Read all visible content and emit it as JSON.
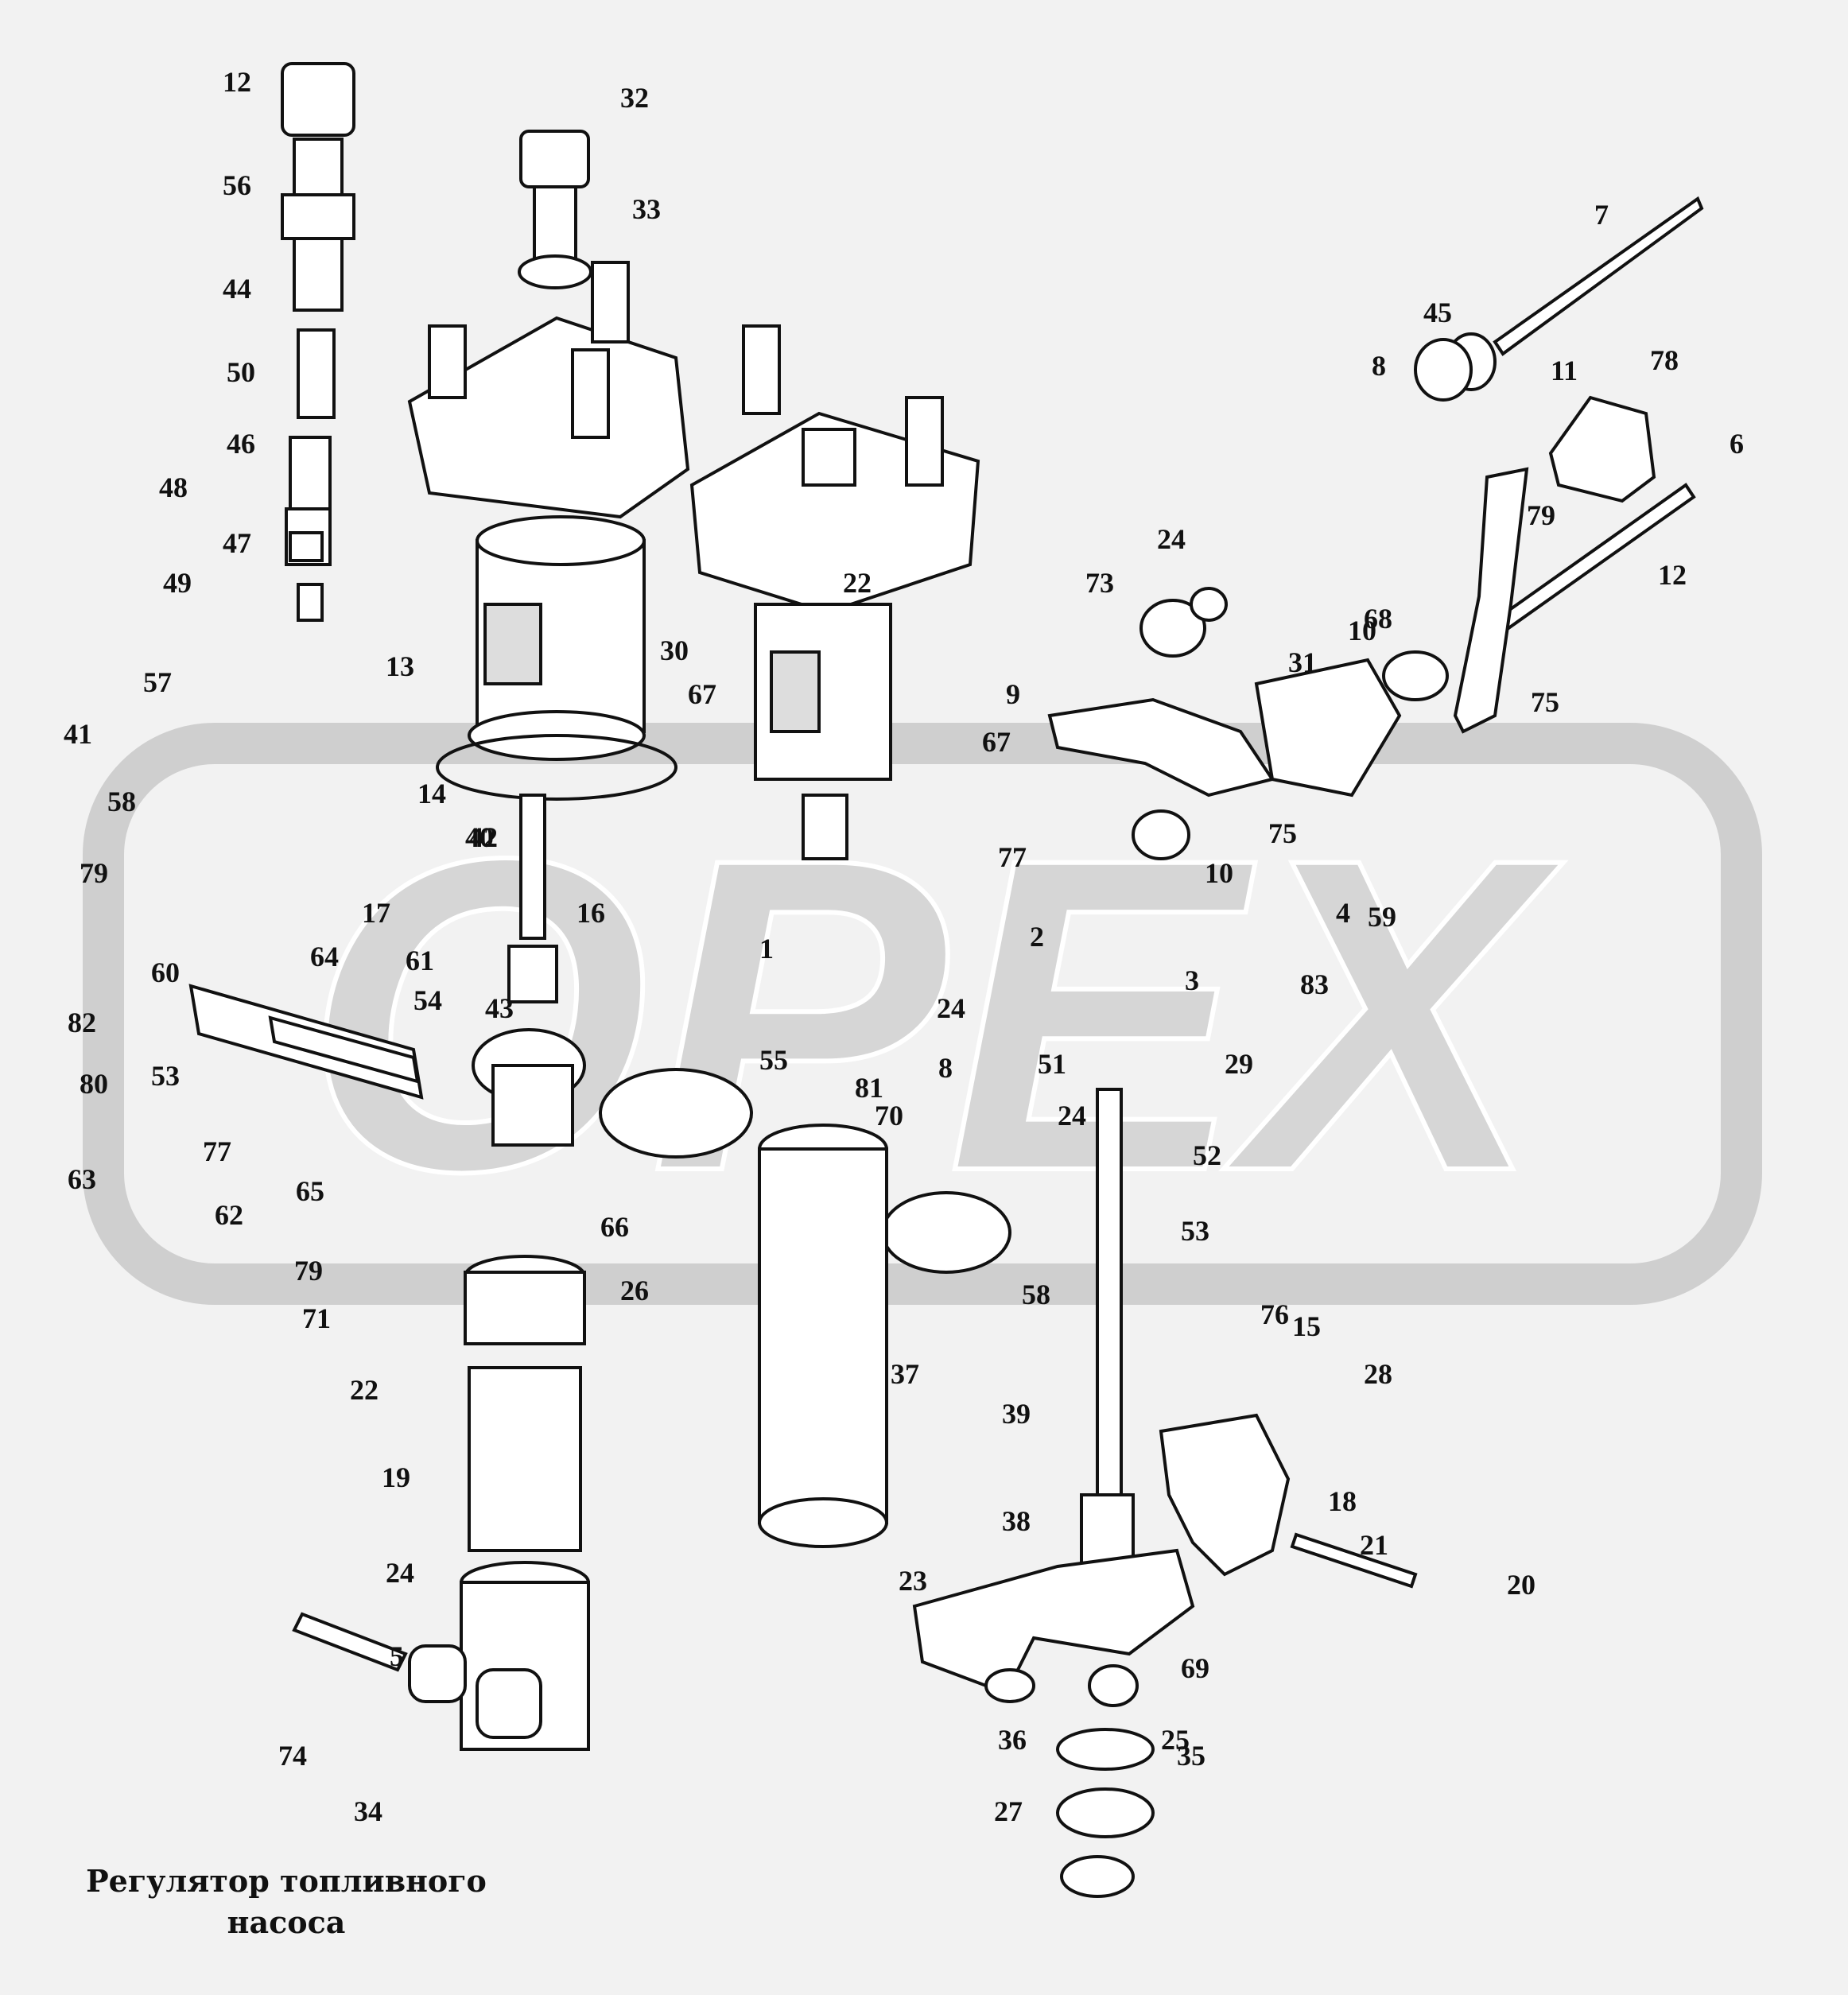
{
  "caption": {
    "line1": "Регулятор топливного",
    "line2": "насоса"
  },
  "watermark": {
    "text": "ОРЕХ",
    "color": "#bdbdbd"
  },
  "colors": {
    "background": "#f2f2f2",
    "ink": "#111111",
    "paper": "#ffffff"
  },
  "callouts": [
    "12",
    "32",
    "33",
    "7",
    "56",
    "44",
    "50",
    "46",
    "48",
    "47",
    "49",
    "45",
    "8",
    "11",
    "78",
    "6",
    "79",
    "12",
    "24",
    "73",
    "22",
    "68",
    "10",
    "75",
    "9",
    "13",
    "31",
    "30",
    "57",
    "67",
    "41",
    "14",
    "67",
    "42",
    "40",
    "75",
    "10",
    "77",
    "58",
    "79",
    "17",
    "16",
    "1",
    "2",
    "4",
    "59",
    "83",
    "64",
    "61",
    "60",
    "3",
    "54",
    "43",
    "24",
    "51",
    "29",
    "8",
    "82",
    "80",
    "53",
    "55",
    "81",
    "77",
    "63",
    "62",
    "65",
    "24",
    "70",
    "52",
    "66",
    "26",
    "53",
    "58",
    "79",
    "71",
    "37",
    "22",
    "76",
    "15",
    "28",
    "39",
    "19",
    "18",
    "38",
    "24",
    "21",
    "23",
    "20",
    "69",
    "5",
    "25",
    "36",
    "35",
    "74",
    "34",
    "27"
  ]
}
